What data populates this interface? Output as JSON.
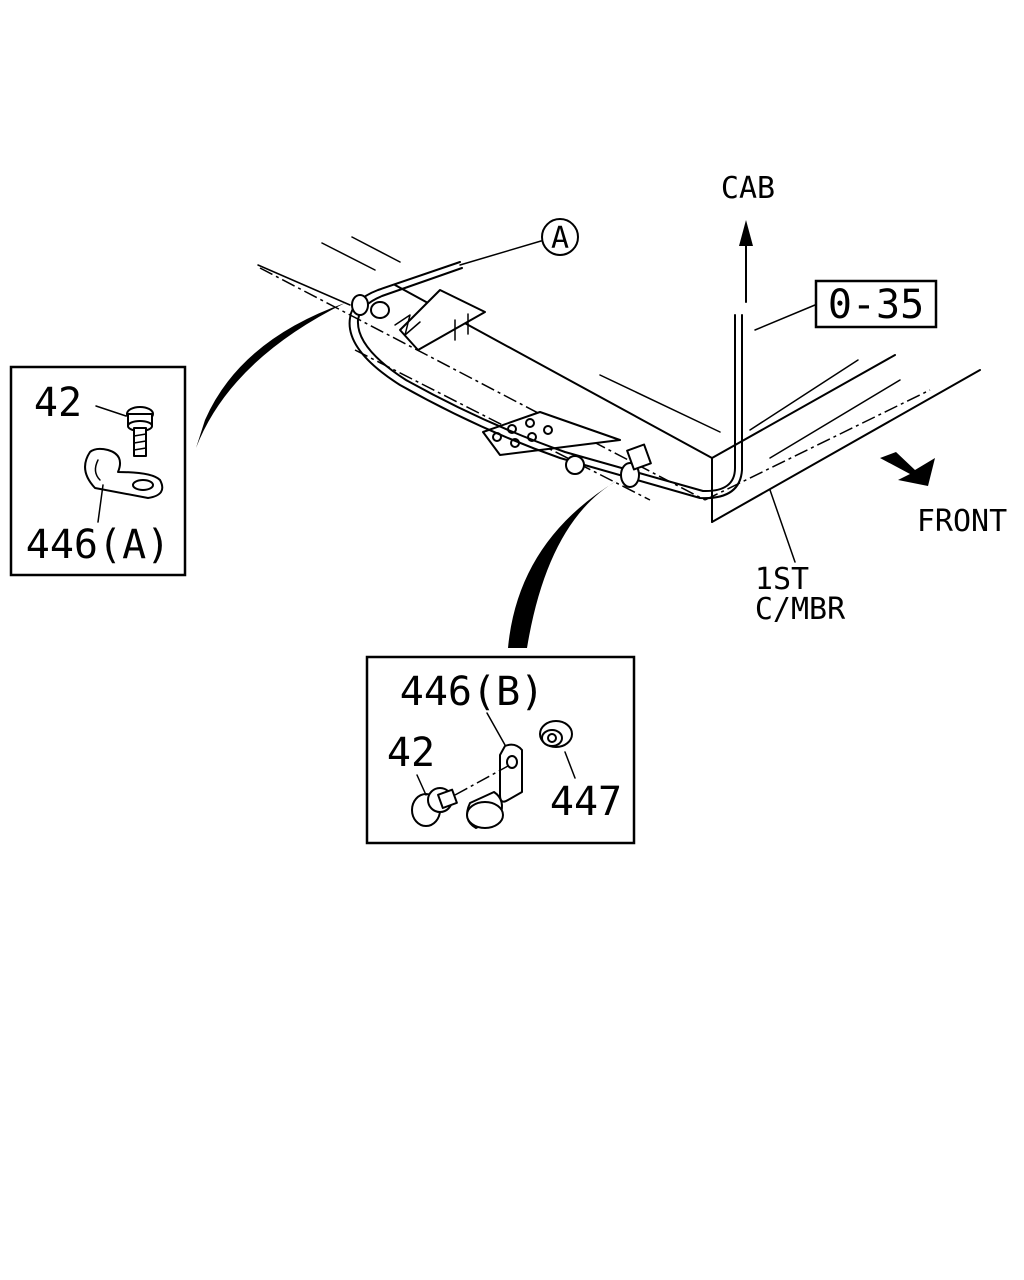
{
  "direction_labels": {
    "cab": "CAB",
    "front": "FRONT"
  },
  "reference_codes": {
    "page_ref": "0-35",
    "circle_ref": "A"
  },
  "member_label": {
    "line1": "1ST",
    "line2": "C/MBR"
  },
  "detail_a": {
    "bolt_number": "42",
    "clip_number": "446(A)"
  },
  "detail_b": {
    "clip_number": "446(B)",
    "bolt_number": "42",
    "nut_number": "447"
  }
}
